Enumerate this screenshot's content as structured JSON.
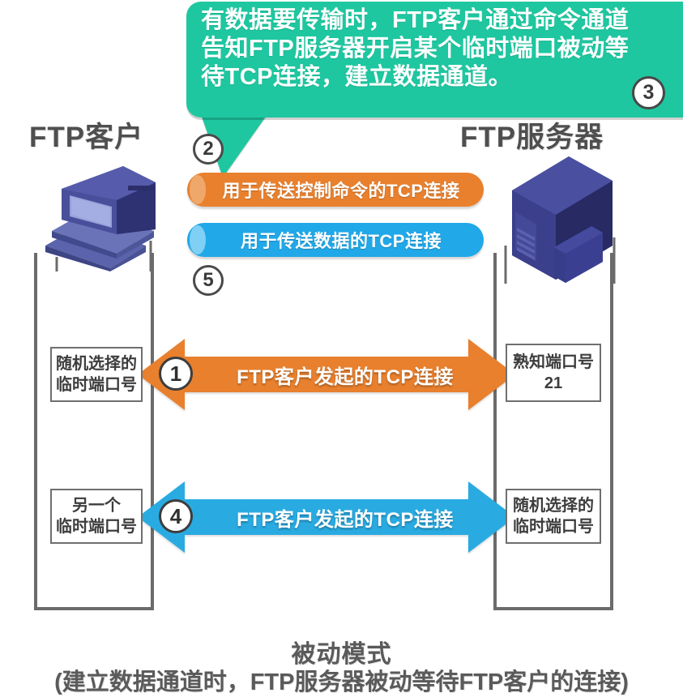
{
  "callout": {
    "text": "有数据要传输时，FTP客户通过命令通道\n告知FTP服务器开启某个临时端口被动等\n待TCP连接，建立数据通道。",
    "step_badge": "3",
    "color": "#1ec7a0"
  },
  "titles": {
    "client": "FTP客户",
    "server": "FTP服务器"
  },
  "channels": [
    {
      "label": "用于传送控制命令的TCP连接",
      "step": "2",
      "color": "#e8802e"
    },
    {
      "label": "用于传送数据的TCP连接",
      "step": "5",
      "color": "#20a8e8"
    }
  ],
  "connections": [
    {
      "step": "1",
      "label": "FTP客户发起的TCP连接",
      "color": "#e8802e",
      "client_port": "随机选择的\n临时端口号",
      "server_port": "熟知端口号\n21"
    },
    {
      "step": "4",
      "label": "FTP客户发起的TCP连接",
      "color": "#29abe2",
      "client_port": "另一个\n临时端口号",
      "server_port": "随机选择的\n临时端口号"
    }
  ],
  "caption": {
    "line1": "被动模式",
    "line2": "(建立数据通道时，FTP服务器被动等待FTP客户的连接)"
  },
  "icons": {
    "client_device": "desktop-computer-icon",
    "server_device": "server-tower-icon"
  }
}
